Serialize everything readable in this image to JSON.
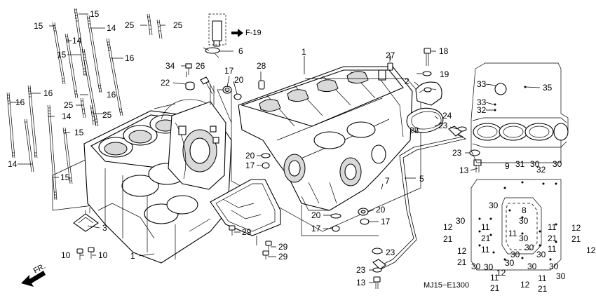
{
  "diagram": {
    "code": "MJ15−E1300",
    "ref_fwd": "F-19",
    "front": "FR.",
    "callouts": {
      "p1a": "1",
      "p1b": "1",
      "p2": "2",
      "p3": "3",
      "p5": "5",
      "p6": "6",
      "p7": "7",
      "p8": "8",
      "p9": "9",
      "p10a": "10",
      "p10b": "10",
      "p11a": "11",
      "p11b": "11",
      "p11c": "11",
      "p11d": "11",
      "p11e": "11",
      "p11f": "11",
      "p11g": "11",
      "p12a": "12",
      "p12b": "12",
      "p12c": "12",
      "p12d": "12",
      "p12e": "12",
      "p12f": "12",
      "p13a": "13",
      "p13b": "13",
      "p14a": "14",
      "p14b": "14",
      "p14c": "14",
      "p14d": "14",
      "p15a": "15",
      "p15b": "15",
      "p15c": "15",
      "p15d": "15",
      "p16a": "16",
      "p16b": "16",
      "p16c": "16",
      "p16d": "16",
      "p17a": "17",
      "p17b": "17",
      "p17c": "17",
      "p17d": "17",
      "p18": "18",
      "p19": "19",
      "p20a": "20",
      "p20b": "20",
      "p20c": "20",
      "p20d": "20",
      "p21a": "21",
      "p21b": "21",
      "p21c": "21",
      "p21d": "21",
      "p21e": "21",
      "p21f": "21",
      "p21g": "21",
      "p22": "22",
      "p23a": "23",
      "p23b": "23",
      "p23c": "23",
      "p23d": "23",
      "p24": "24",
      "p25a": "25",
      "p25b": "25",
      "p25c": "25",
      "p25d": "25",
      "p26": "26",
      "p27": "27",
      "p28a": "28",
      "p28b": "28",
      "p29a": "29",
      "p29b": "29",
      "p29c": "29",
      "p30a": "30",
      "p30b": "30",
      "p30c": "30",
      "p30d": "30",
      "p30e": "30",
      "p30f": "30",
      "p30g": "30",
      "p30h": "30",
      "p30i": "30",
      "p30j": "30",
      "p30k": "30",
      "p30l": "30",
      "p30m": "30",
      "p30n": "30",
      "p31": "31",
      "p32a": "32",
      "p32b": "32",
      "p33a": "33",
      "p33b": "33",
      "p34": "34",
      "p35": "35"
    }
  }
}
